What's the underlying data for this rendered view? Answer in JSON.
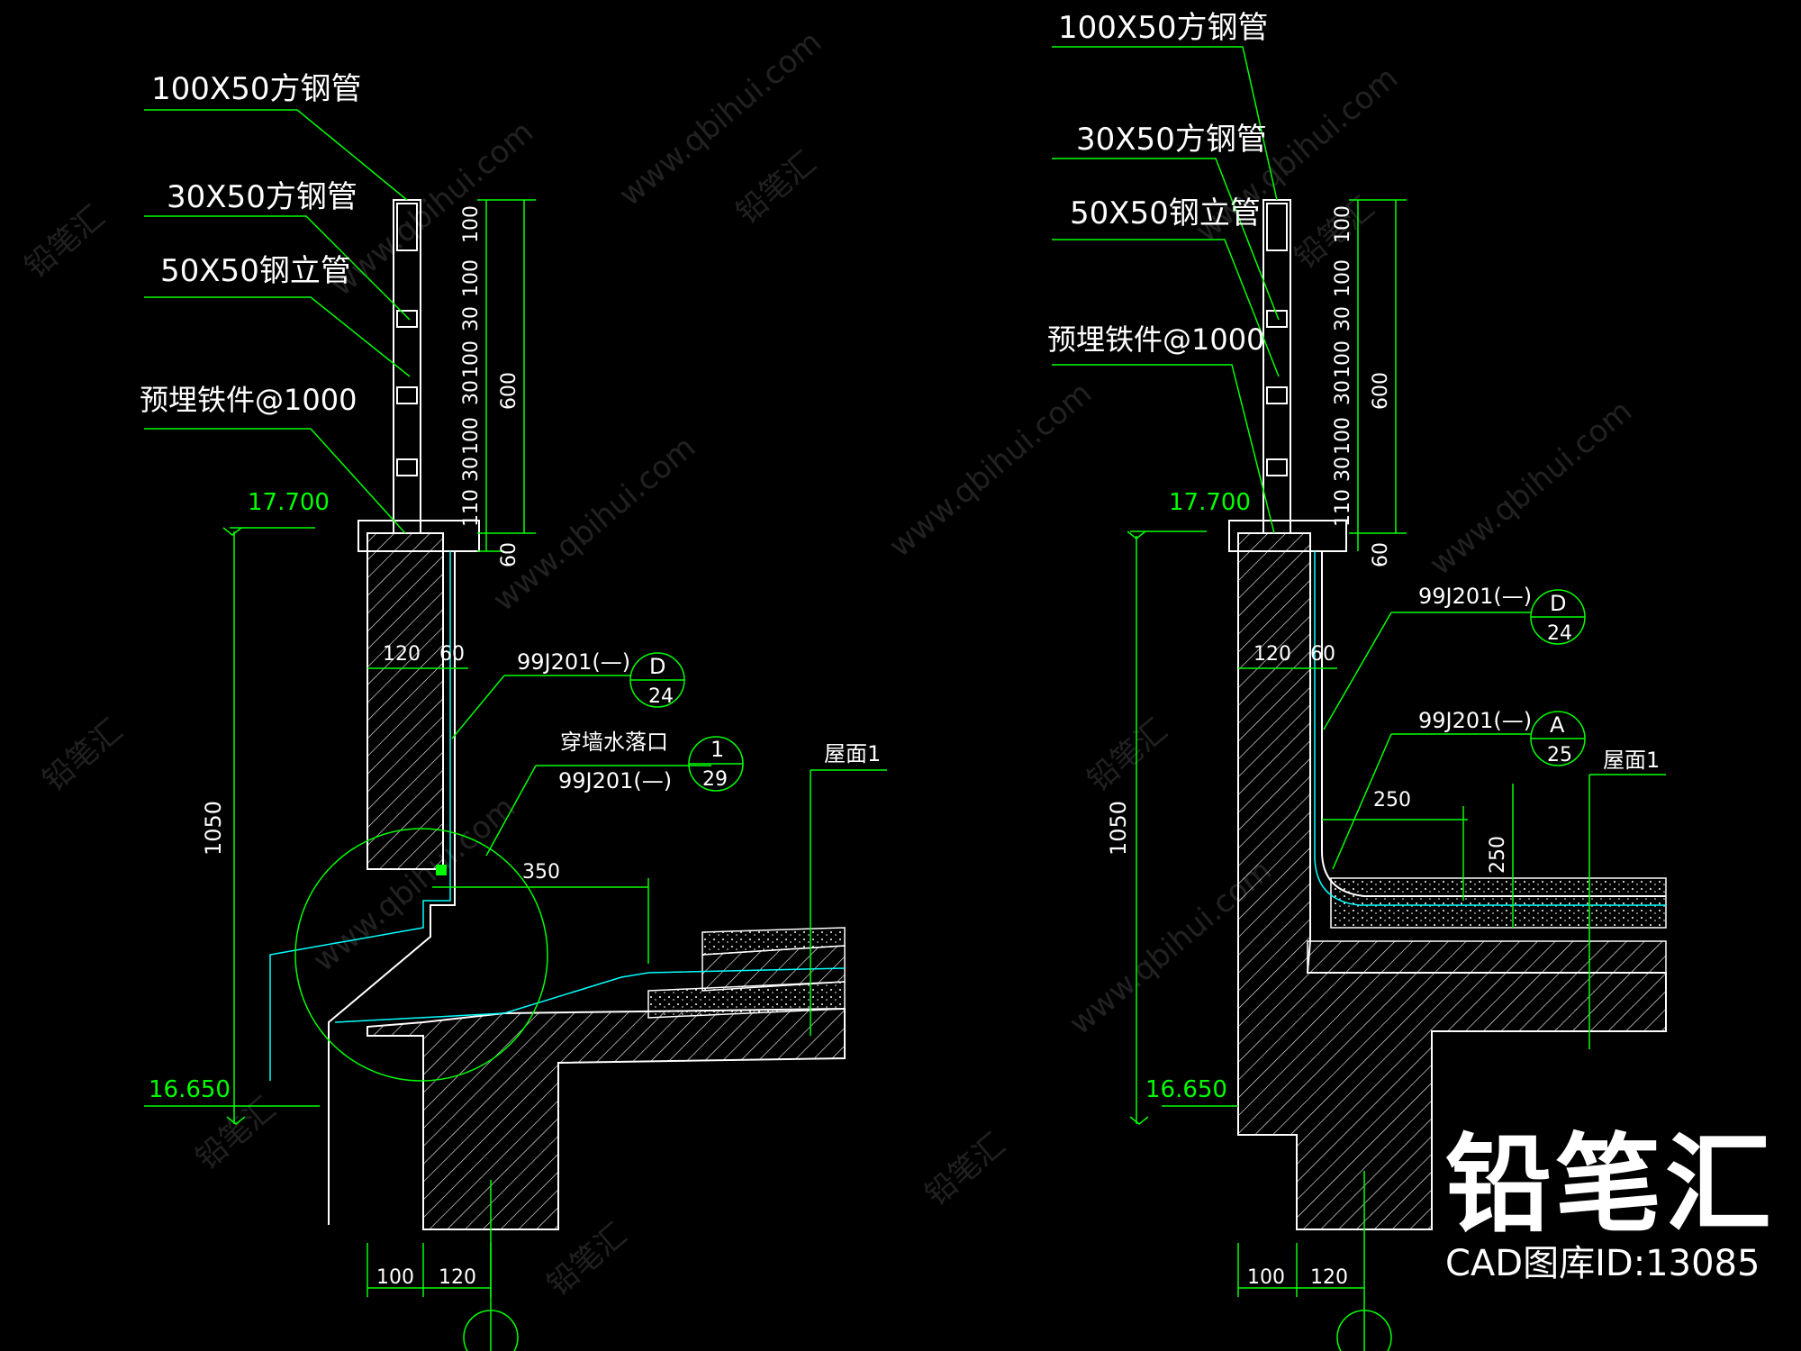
{
  "labels": {
    "tube_100x50": "100X50方钢管",
    "tube_30x50": "30X50方钢管",
    "post_50x50": "50X50钢立管",
    "embedded": "预埋铁件@1000",
    "elev_top": "17.700",
    "elev_bottom": "16.650",
    "ref_std": "99J201(—)",
    "wall_outlet": "穿墙水落口",
    "roof": "屋面1",
    "detail_D": "D",
    "detail_A": "A",
    "detail_1": "1",
    "page_24": "24",
    "page_25": "25",
    "page_29": "29"
  },
  "dims": {
    "d100": "100",
    "d30": "30",
    "d110": "110",
    "d600": "600",
    "d60": "60",
    "d120": "120",
    "d1050": "1050",
    "d350": "350",
    "d250": "250"
  },
  "watermark": {
    "brand": "铅笔汇",
    "url": "www.qbihui.com"
  },
  "brand": {
    "main": "铅笔汇",
    "sub": "CAD图库ID:13085"
  },
  "colors": {
    "line_green": "#00ff00",
    "line_white": "#ffffff",
    "line_cyan": "#00ffff",
    "background": "#000000"
  }
}
